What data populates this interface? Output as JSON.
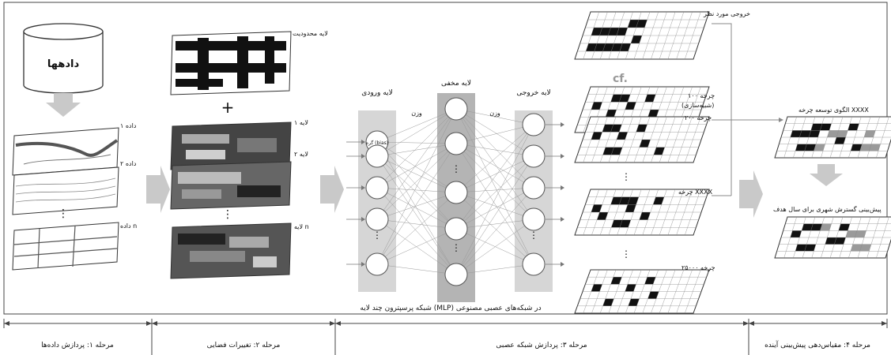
{
  "stage1": {
    "data_label": "دادهها",
    "layer1": "داده ۱",
    "layer2": "داده ۲",
    "layer_n": "داده n",
    "dots": "⋮"
  },
  "stage2": {
    "constraint_layer": "لایه محدودیت",
    "plus": "+",
    "layer1": "لایه ۱",
    "layer2": "لایه ۲",
    "layer_n": "لایه n",
    "dots": "⋮"
  },
  "stage3": {
    "input_layer": "لایه ورودی",
    "hidden_layer": "لایه مخفی",
    "output_layer": "لایه خروجی",
    "weight1": "وزن",
    "weight2": "وزن",
    "bias_node": "گره (bias)",
    "caption": "شبکه پرسپترون چند لایه (MLP) در شبکه‌های عصبی مصنوعی",
    "desired_output": "خروجی مورد نظر",
    "cf": "cf.",
    "iter100": "چرخه ۱۰۰",
    "simulation": "(شبیه‌سازی)",
    "iter200": "چرخه ۲۰۰",
    "iterX": "چرخه XXXX",
    "iter25000": "چرخه ۲۵۰۰۰",
    "dots": "⋮"
  },
  "stage4": {
    "pattern_label": "الگوی توسعه چرخه XXXX",
    "prediction_label": "پیش‌بینی گسترش شهری برای سال هدف"
  },
  "timeline": {
    "stage1": "مرحله ۱: پردازش داده‌ها",
    "stage2": "مرحله ۲: تغییرات فضایی",
    "stage3": "مرحله ۳: پردازش شبکه عصبی",
    "stage4": "مرحله ۴: مقیاس‌دهی پیش‌بینی آینده"
  },
  "colors": {
    "arrow_gray": "#c9c9c9",
    "layer_bg": "#d6d6d6",
    "hidden_bg": "#b4b4b4",
    "grid_line": "#555555",
    "block": "#111111",
    "gray_block": "#9a9a9a"
  }
}
